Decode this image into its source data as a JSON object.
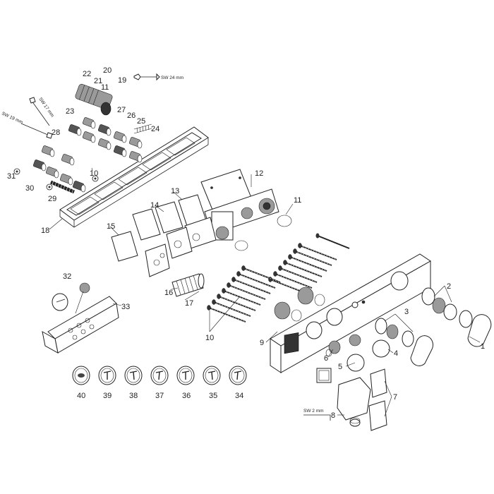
{
  "callouts": {
    "c1": "1",
    "c2": "2",
    "c3": "3",
    "c4": "4",
    "c5": "5",
    "c6": "6",
    "c7": "7",
    "c8": "8",
    "c9": "9",
    "c10a": "10",
    "c10b": "10",
    "c11a": "11",
    "c11b": "11",
    "c12": "12",
    "c13": "13",
    "c14": "14",
    "c15": "15",
    "c16": "16",
    "c17": "17",
    "c18": "18",
    "c19": "19",
    "c20": "20",
    "c21": "21",
    "c22": "22",
    "c23": "23",
    "c24": "24",
    "c25": "25",
    "c26": "26",
    "c27": "27",
    "c28": "28",
    "c29": "29",
    "c30": "30",
    "c31": "31",
    "c32": "32",
    "c33": "33",
    "c34": "34",
    "c35": "35",
    "c36": "36",
    "c37": "37",
    "c38": "38",
    "c39": "39",
    "c40": "40"
  },
  "wrenches": {
    "sw24": "SW 24 mm",
    "sw17": "SW 17 mm",
    "sw19": "SW 19 mm",
    "sw2": "SW 2 mm"
  },
  "colors": {
    "line": "#222222",
    "background": "#ffffff",
    "fill_dark": "#333333"
  }
}
